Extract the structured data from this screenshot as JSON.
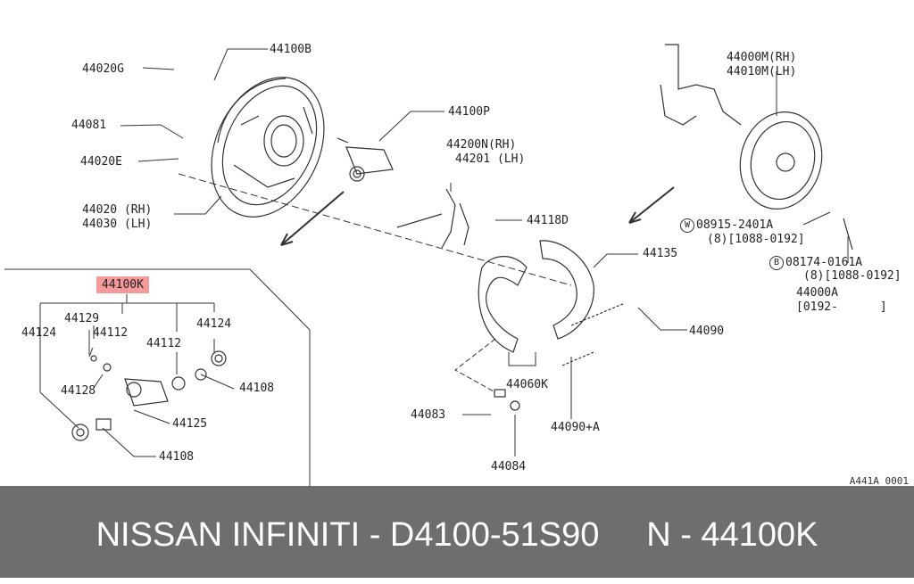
{
  "labels": {
    "l44100B": "44100B",
    "l44020G": "44020G",
    "l44081": "44081",
    "l44020E": "44020E",
    "l44020rh": "44020 (RH)",
    "l44030lh": "44030 (LH)",
    "l44100P": "44100P",
    "l44200N": "44200N(RH)",
    "l44201": "44201 (LH)",
    "l44118D": "44118D",
    "l44135": "44135",
    "l44090": "44090",
    "l44060K": "44060K",
    "l44083": "44083",
    "l44084": "44084",
    "l44090A": "44090+A",
    "l44000M": "44000M(RH)",
    "l44010M": "44010M(LH)",
    "l08915": "08915-2401A",
    "l08915b": "(8)[1088-0192]",
    "l08174": "08174-0161A",
    "l08174b": "(8)[1088-0192]",
    "l44000A": "44000A",
    "l44000Ab": "[0192-      ]",
    "l44100K": "44100K",
    "l44129": "44129",
    "l44124a": "44124",
    "l44112a": "44112",
    "l44112b": "44112",
    "l44124b": "44124",
    "l44128": "44128",
    "l44108a": "44108",
    "l44125": "44125",
    "l44108b": "44108",
    "circleW": "W",
    "circleB": "B"
  },
  "ref_code": "A441A 0001",
  "banner": {
    "text": "NISSAN INFINITI - D4100-51S90     N - 44100K"
  },
  "colors": {
    "highlight": "#f59a9a",
    "banner_bg": "#6e6e6e",
    "banner_text": "#ffffff",
    "line": "#333333"
  }
}
